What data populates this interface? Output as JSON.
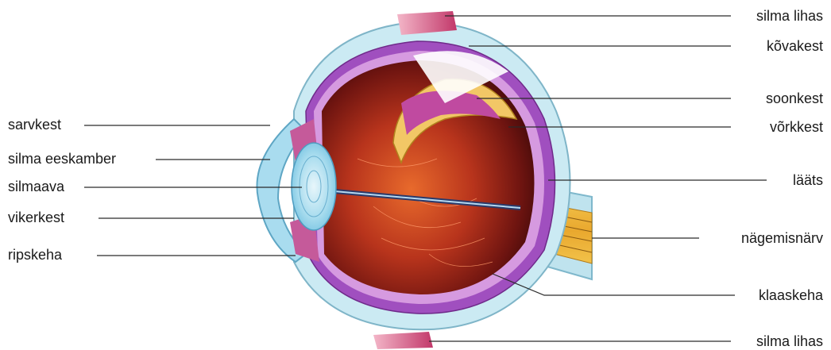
{
  "labels_left": [
    {
      "id": "sarvkest",
      "text": "sarvkest"
    },
    {
      "id": "eeskamber",
      "text": "silma eeskamber"
    },
    {
      "id": "silmaava",
      "text": "silmaava"
    },
    {
      "id": "vikerkest",
      "text": "vikerkest"
    },
    {
      "id": "ripskeha",
      "text": "ripskeha"
    }
  ],
  "labels_right": [
    {
      "id": "silma-lihas-top",
      "text": "silma lihas"
    },
    {
      "id": "kovakest",
      "text": "kõvakest"
    },
    {
      "id": "soonkest",
      "text": "soonkest"
    },
    {
      "id": "vorkkest",
      "text": "võrkkest"
    },
    {
      "id": "laats",
      "text": "lääts"
    },
    {
      "id": "nagemisnarv",
      "text": "nägemisnärv"
    },
    {
      "id": "klaaskeha",
      "text": "klaaskeha"
    },
    {
      "id": "silma-lihas-bottom",
      "text": "silma lihas"
    }
  ]
}
